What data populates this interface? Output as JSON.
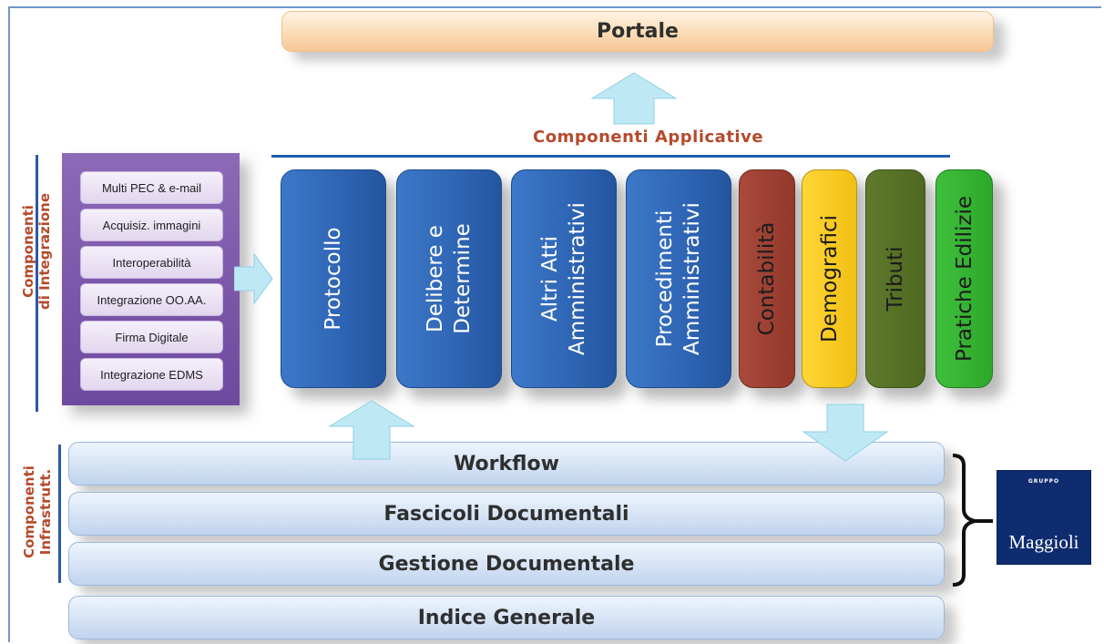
{
  "portal": {
    "label": "Portale"
  },
  "applicative": {
    "heading": "Componenti Applicative",
    "boxes": [
      {
        "label": "Protocollo",
        "color": "#2e64b3"
      },
      {
        "label": "Delibere e\nDetermine",
        "color": "#2e64b3"
      },
      {
        "label": "Altri Atti\nAmministrativi",
        "color": "#2e64b3"
      },
      {
        "label": "Procedimenti\nAmministrativi",
        "color": "#2e64b3"
      },
      {
        "label": "Contabilità",
        "color": "#94382b"
      },
      {
        "label": "Demografici",
        "color": "#f1bf13"
      },
      {
        "label": "Tributi",
        "color": "#4e6822"
      },
      {
        "label": "Pratiche Edilizie",
        "color": "#2ea82a"
      }
    ]
  },
  "integration": {
    "label": "Componenti\ndi Integrazione",
    "items": [
      "Multi PEC & e-mail",
      "Acquisiz. immagini",
      "Interoperabilità",
      "Integrazione OO.AA.",
      "Firma Digitale",
      "Integrazione EDMS"
    ]
  },
  "infrastructure": {
    "label": "Componenti\nInfrastrutt.",
    "layers": [
      "Workflow",
      "Fascicoli Documentali",
      "Gestione Documentale"
    ]
  },
  "base": {
    "label": "Indice Generale"
  },
  "logo": {
    "group_text": "GRUPPO",
    "brand": "Maggioli",
    "color": "#0f2c70"
  },
  "colors": {
    "accent_text": "#b54a2c",
    "line_blue": "#1f5faf",
    "arrow_fill": "#bfe8f5"
  }
}
